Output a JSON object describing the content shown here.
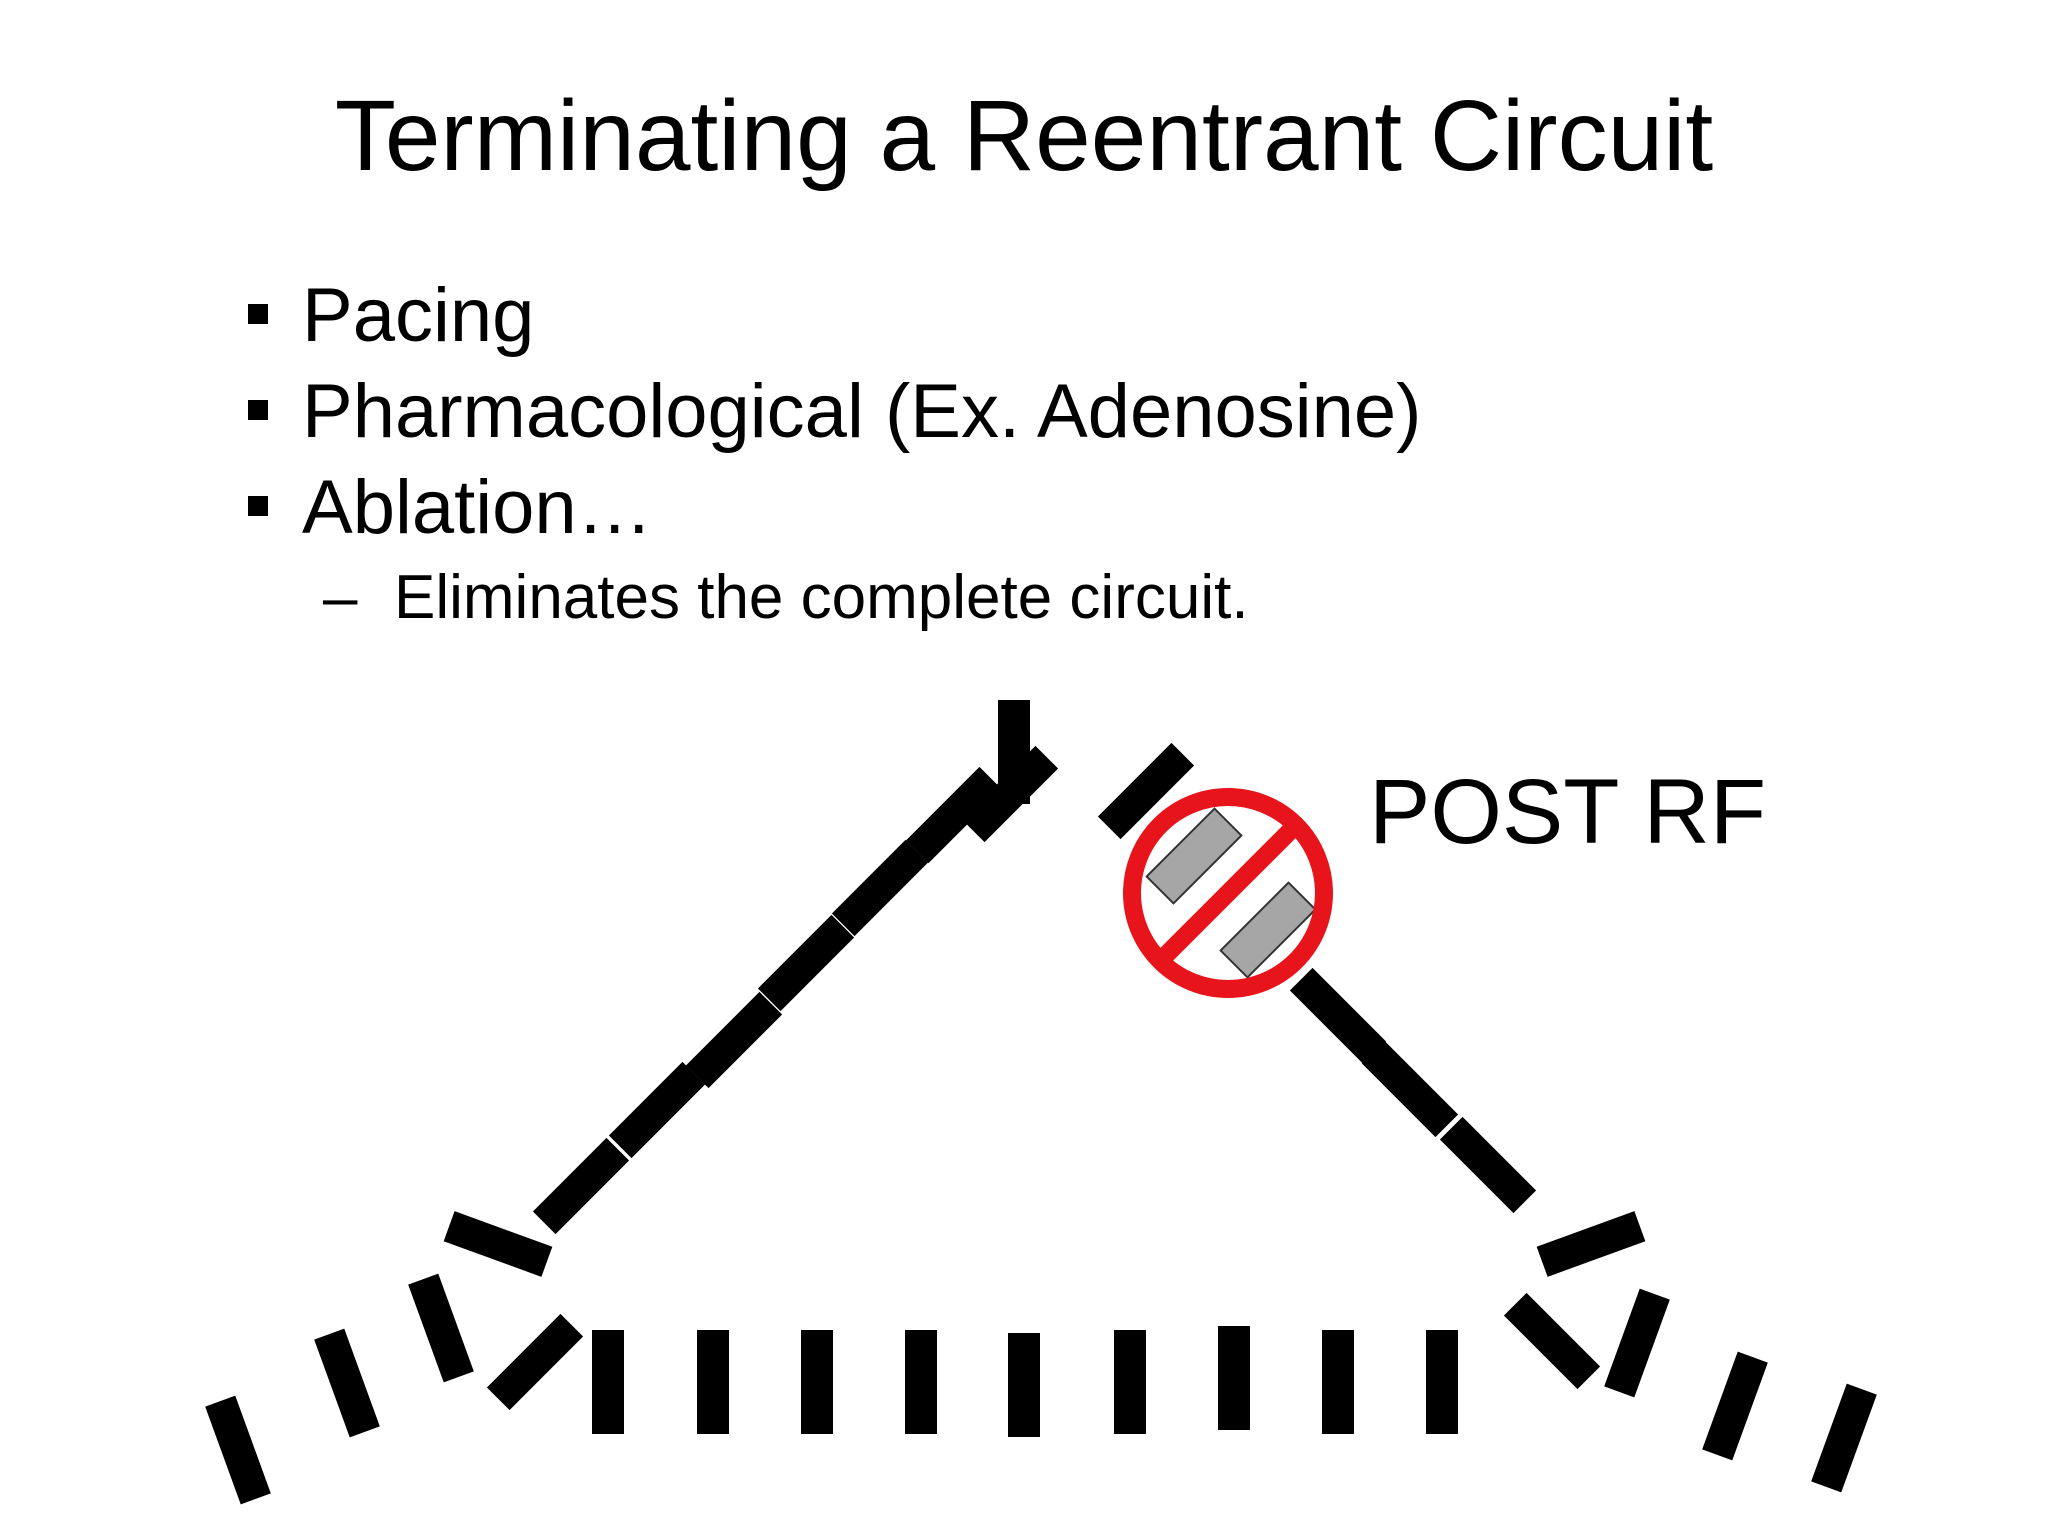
{
  "slide": {
    "title": "Terminating a Reentrant Circuit",
    "bullets": [
      {
        "label": "Pacing"
      },
      {
        "label": "Pharmacological (Ex. Adenosine)"
      },
      {
        "label": "Ablation…"
      }
    ],
    "sub_bullet": {
      "dash": "–",
      "label": "Eliminates the complete circuit."
    }
  },
  "diagram": {
    "annotation": "POST RF",
    "colors": {
      "segment": "#000000",
      "ablated_segment": "#a6a6a6",
      "prohibition_sign": "#e8141b"
    },
    "icons": [
      "prohibition-sign-icon"
    ]
  }
}
